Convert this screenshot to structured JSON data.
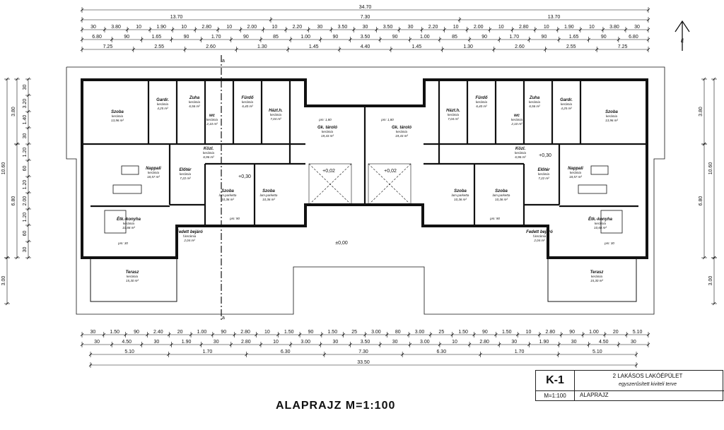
{
  "drawing": {
    "title": "ALAPRAJZ M=1:100",
    "sheet_code": "K-1",
    "scale": "M=1:100",
    "project_line1": "2 LAKÁSOS LAKÓÉPÜLET",
    "project_line2": "egyszerűsített kiviteli terve",
    "sheet_name": "ALAPRAJZ",
    "section_mark": "a",
    "north_label": "É"
  },
  "dimensions": {
    "top_total": "34.70",
    "top_row2": [
      "13.70",
      "7.30",
      "13.70"
    ],
    "top_row3": [
      "30",
      "3.80",
      "10",
      "1.90",
      "10",
      "2.80",
      "10",
      "2.00",
      "10",
      "2.20",
      "30",
      "3.50",
      "30",
      "3.50",
      "30",
      "2.20",
      "10",
      "2.00",
      "10",
      "2.80",
      "10",
      "1.90",
      "10",
      "3.80",
      "30"
    ],
    "top_row4": [
      "6.80",
      "90",
      "1.65",
      "90",
      "1.70",
      "90",
      "85",
      "1.00",
      "90",
      "3.50",
      "90",
      "1.00",
      "85",
      "90",
      "1.70",
      "90",
      "1.65",
      "90",
      "6.80"
    ],
    "top_row5": [
      "7.25",
      "2.55",
      "2.60",
      "1.30",
      "1.45",
      "4.40",
      "1.45",
      "1.30",
      "2.60",
      "2.55",
      "7.25"
    ],
    "bottom_row1": [
      "30",
      "1.50",
      "90",
      "2.40",
      "20",
      "1.00",
      "90",
      "2.80",
      "10",
      "1.50",
      "90",
      "1.50",
      "25",
      "3.00",
      "80",
      "3.00",
      "25",
      "1.50",
      "90",
      "1.50",
      "10",
      "2.80",
      "90",
      "1.00",
      "20",
      "5.10"
    ],
    "bottom_row2": [
      "30",
      "4.50",
      "30",
      "1.90",
      "30",
      "2.80",
      "10",
      "3.00",
      "30",
      "3.50",
      "30",
      "3.00",
      "10",
      "2.80",
      "30",
      "1.90",
      "30",
      "4.50",
      "30"
    ],
    "bottom_row3": [
      "5.10",
      "1.70",
      "6.30",
      "7.30",
      "6.30",
      "1.70",
      "5.10"
    ],
    "bottom_total": "33.50",
    "left_total": "10.60",
    "left_part": [
      "3.80",
      "6.80"
    ],
    "left_sub": [
      "30",
      "3.20",
      "1.40",
      "30",
      "1.20",
      "60",
      "1.20",
      "2.00",
      "1.20",
      "60",
      "30"
    ],
    "left_terrace": "3.00",
    "right_total": "10.60",
    "right_part": [
      "3.80",
      "6.80"
    ],
    "right_terrace": "3.00"
  },
  "rooms": {
    "szoba_main": {
      "name": "Szoba",
      "sub": "kerámia",
      "area": "13,96 m²"
    },
    "gardrob": {
      "name": "Gardr.",
      "sub": "kerámia",
      "area": "4,25 m²"
    },
    "zuhany": {
      "name": "Zuha",
      "sub": "kerámia",
      "area": "6,56 m²"
    },
    "wc": {
      "name": "wc",
      "sub": "kerámia",
      "area": "2,10 m²"
    },
    "furdo": {
      "name": "Fürdő",
      "sub": "kerámia",
      "area": "6,40 m²"
    },
    "haztart": {
      "name": "Házt.h.",
      "sub": "kerámia",
      "area": "7,04 m²"
    },
    "kozl": {
      "name": "Közl.",
      "sub": "kerámia",
      "area": "6,96 m²"
    },
    "eloter": {
      "name": "Előtér",
      "sub": "kerámia",
      "area": "7,22 m²"
    },
    "nappali": {
      "name": "Nappali",
      "sub": "kerámia",
      "area": "18,57 m²"
    },
    "szoba2": {
      "name": "Szoba",
      "sub": "lam.parketta",
      "area": "10,36 m²"
    },
    "szoba3": {
      "name": "Szoba",
      "sub": "lam.parketta",
      "area": "10,36 m²"
    },
    "etkonyha": {
      "name": "Étk.-konyha",
      "sub": "kerámia",
      "area": "10,68 m²"
    },
    "fedett": {
      "name": "Fedett bejáró",
      "sub": "f.kerámia",
      "area": "2,04 m²"
    },
    "terasz": {
      "name": "Terasz",
      "sub": "kerámia",
      "area": "15,30 m²"
    },
    "gk_tarolo": {
      "name": "Gk. tároló",
      "sub": "kerámia",
      "area": "19,43 m²"
    }
  },
  "levels": {
    "floor": "+0,30",
    "garage": "+0,02",
    "ground": "±0,00",
    "pm180": "pm: 1,80",
    "pm30": "pm: 30",
    "pm90": "pm: 90"
  }
}
